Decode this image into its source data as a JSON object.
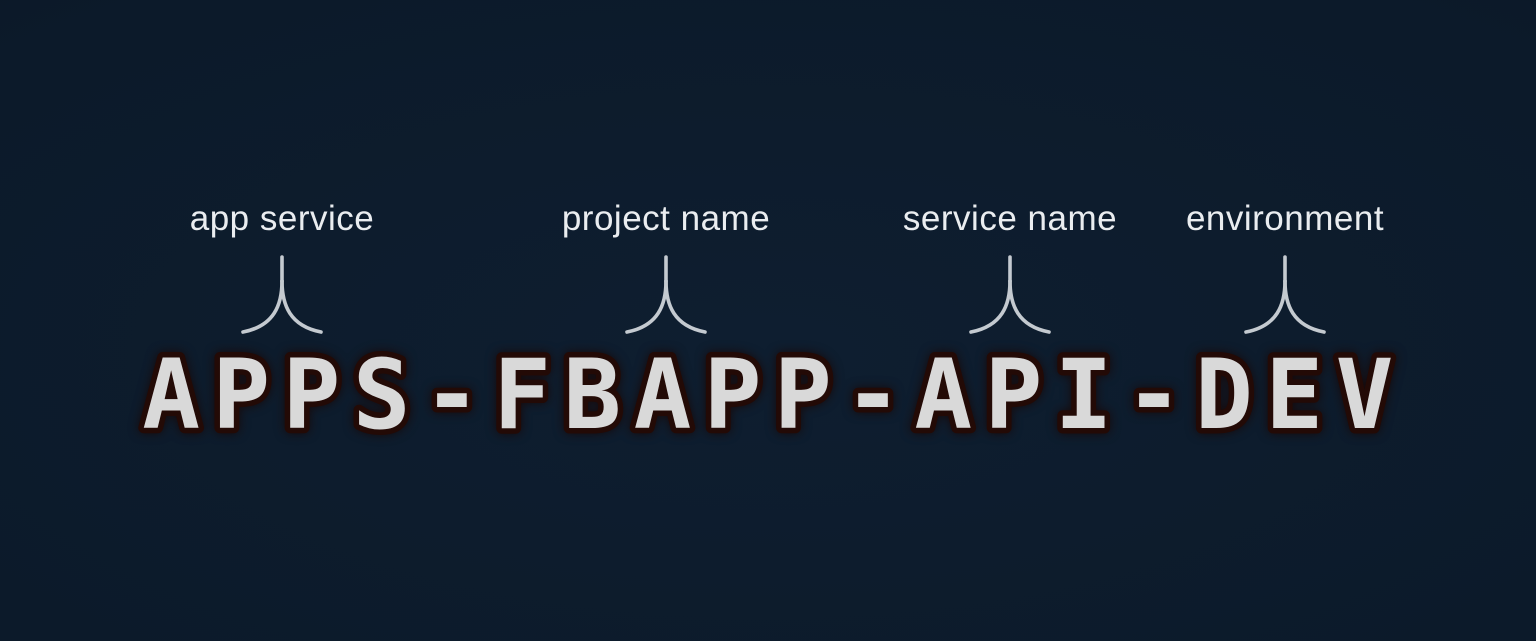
{
  "diagram": {
    "title_meaning": "resource naming convention",
    "full_name": "APPS-FBAPP-API-DEV",
    "segments": [
      {
        "label": "app service",
        "value": "APPS"
      },
      {
        "label": "project name",
        "value": "FBAPP"
      },
      {
        "label": "service name",
        "value": "API"
      },
      {
        "label": "environment",
        "value": "DEV"
      }
    ],
    "separator": "-"
  },
  "colors": {
    "background": "#0c1a2a",
    "background_edge": "#091321",
    "label_text": "#eaedf0",
    "connector_stroke": "#c4cad0",
    "big_text_fill": "#d9d9d9",
    "big_text_outline": "#230a06"
  }
}
